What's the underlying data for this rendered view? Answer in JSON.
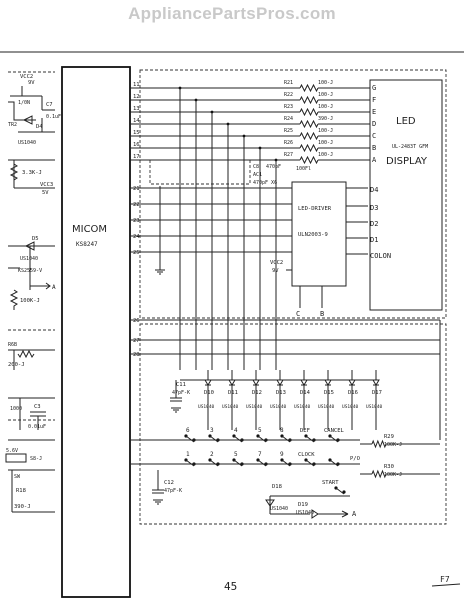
{
  "watermark": "AppliancePartsPros.com",
  "page_number": "45",
  "corner_mark": "F7",
  "micom": {
    "label": "MICOM",
    "part": "KS8247"
  },
  "left_parts": {
    "vcc2_top": "VCC2",
    "vcc2_top_v": "9V",
    "c7": "C7",
    "c7_val": "0.1uF",
    "c7_cap": "1/0N",
    "d4": "D4",
    "d4_part": "US1040",
    "tr_label": "TR2",
    "r_left1": "3.3K-J",
    "vcc3": "VCC3",
    "vcc3_v": "5V",
    "d5": "D5",
    "d5_part": "US1040",
    "ic_part": "KS2559-V",
    "to_a": "A",
    "r_100k": "100K-J",
    "r_200": "200-J",
    "r_200_name": "R6B",
    "c3": "C3",
    "c3_val": "0.01uF",
    "r_1000": "1000",
    "r_ub": "5.6V",
    "r18": "R18",
    "r18_val": "390-J",
    "s8": "S8-J",
    "sw_label": "SW"
  },
  "resistors": [
    {
      "name": "R21",
      "val": "100-J",
      "seg": "G",
      "pin": "11"
    },
    {
      "name": "R22",
      "val": "100-J",
      "seg": "F",
      "pin": "12"
    },
    {
      "name": "R23",
      "val": "100-J",
      "seg": "E",
      "pin": "13"
    },
    {
      "name": "R24",
      "val": "390-J",
      "seg": "D",
      "pin": "14"
    },
    {
      "name": "R25",
      "val": "100-J",
      "seg": "C",
      "pin": "15"
    },
    {
      "name": "R26",
      "val": "100-J",
      "seg": "B",
      "pin": "16"
    },
    {
      "name": "R27",
      "val": "100-J",
      "seg": "A",
      "pin": "17"
    }
  ],
  "r_extra": "100Fl",
  "c8": "C8",
  "c8_val": "470pF",
  "ac1": "AC1",
  "ac1_val": "470pF X6",
  "display": {
    "title": "LED",
    "part": "UL-2483T GFM",
    "label": "DISPLAY",
    "digits": [
      "D4",
      "D3",
      "D2",
      "D1",
      "COLON"
    ]
  },
  "driver": {
    "label": "LED-DRIVER",
    "part": "ULN2003-9"
  },
  "driver_pins": [
    "21",
    "22",
    "23",
    "24",
    "25"
  ],
  "vcc2_mid": "VCC2",
  "vcc2_mid_v": "9V",
  "bottom_letters": [
    "C",
    "B"
  ],
  "micom_lower_pins": [
    "26",
    "27",
    "28"
  ],
  "c11": "C11",
  "c11_val": "47pF-K",
  "c12": "C12",
  "c12_val": "47pF-K",
  "diodes": [
    {
      "name": "D10",
      "part": "US1040"
    },
    {
      "name": "D11",
      "part": "US1040"
    },
    {
      "name": "D12",
      "part": "US1040"
    },
    {
      "name": "D13",
      "part": "US1040"
    },
    {
      "name": "D14",
      "part": "US1040"
    },
    {
      "name": "D15",
      "part": "US1040"
    },
    {
      "name": "D16",
      "part": "US1040"
    },
    {
      "name": "D17",
      "part": "US1040"
    }
  ],
  "keys_top": [
    "6",
    "3",
    "4",
    "5",
    "8",
    "DEF",
    "CANCEL"
  ],
  "keys_bot": [
    "1",
    "2",
    "5",
    "7",
    "9",
    "CLOCK",
    "P/O"
  ],
  "start": "START",
  "r29": "R29",
  "r29_val": "100K-J",
  "r30": "R30",
  "r30_val": "100K-J",
  "d18": "D18",
  "d18_part": "US1040",
  "d19": "D19",
  "d19_part": "US1040",
  "to_a2": "A"
}
